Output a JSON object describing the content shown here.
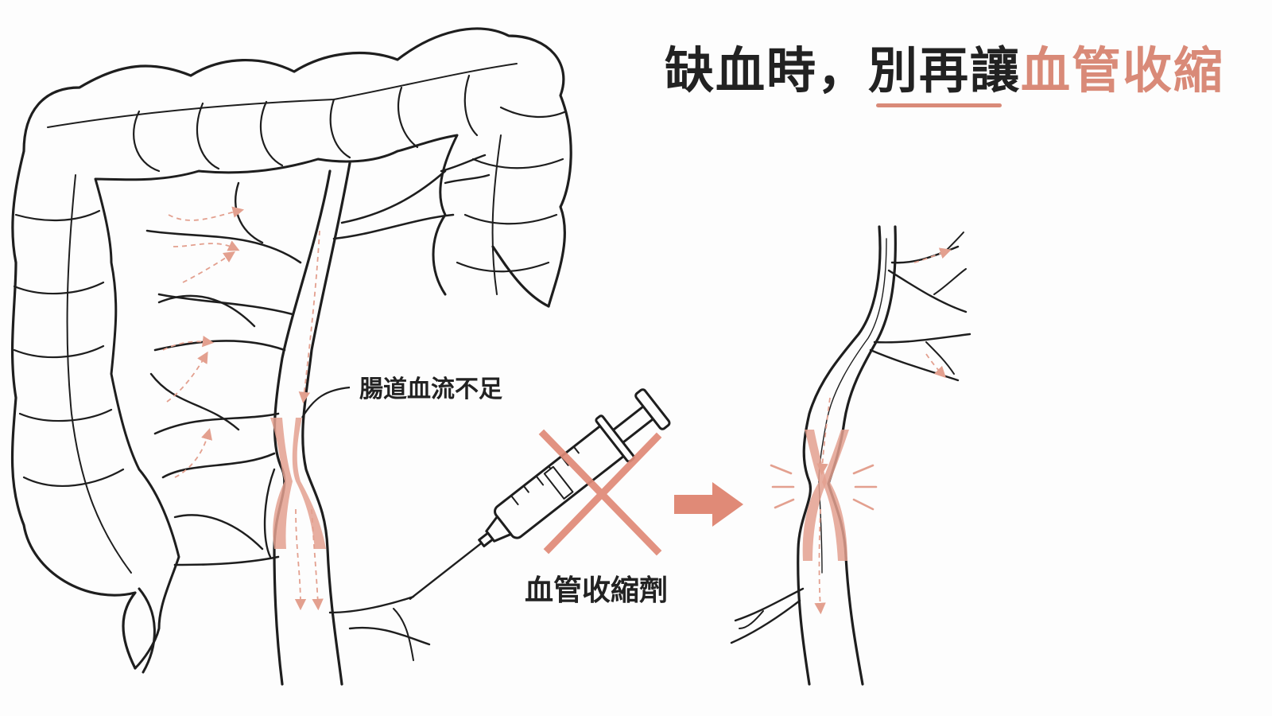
{
  "title": {
    "prefix": "缺血時，別再讓",
    "accent": "血管收縮",
    "accent_color": "#d98a78"
  },
  "labels": {
    "insufficient_flow": "腸道血流不足",
    "vasoconstrictor": "血管收縮劑"
  },
  "icons": {
    "colon": "colon-illustration",
    "syringe": "syringe-icon",
    "prohibited": "x-mark-icon",
    "arrow": "right-arrow-icon",
    "constricted_vessel": "constricted-vessel-illustration"
  },
  "colors": {
    "ink": "#222222",
    "accent": "#d98a78",
    "flow": "#e3a08f"
  }
}
